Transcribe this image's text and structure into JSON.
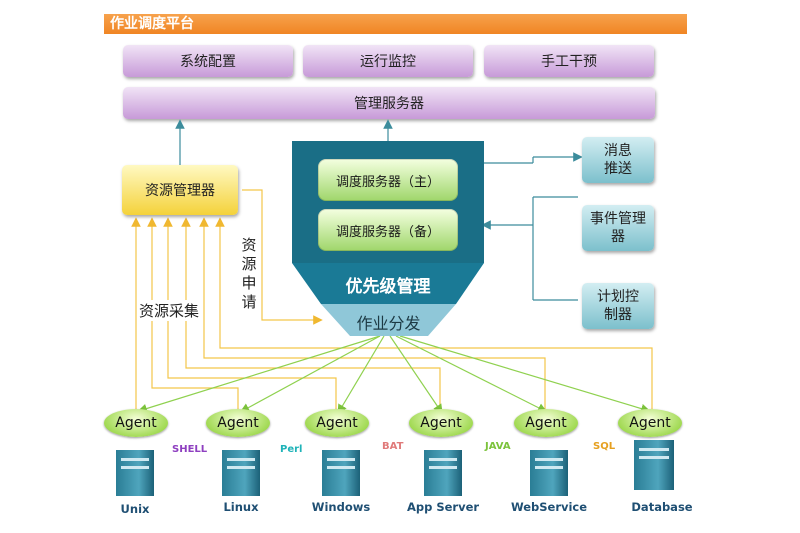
{
  "title": "作业调度平台",
  "top_boxes": [
    "系统配置",
    "运行监控",
    "手工干预"
  ],
  "mgmt_server": "管理服务器",
  "resource_manager": "资源管理器",
  "scheduler_main": "调度服务器（主）",
  "scheduler_backup": "调度服务器（备）",
  "priority_mgmt": "优先级管理",
  "job_dispatch": "作业分发",
  "resource_apply": "资源申请",
  "resource_collect": "资源采集",
  "right_boxes": [
    "消息推送",
    "事件管理器",
    "计划控制器"
  ],
  "agents": [
    "Agent",
    "Agent",
    "Agent",
    "Agent",
    "Agent",
    "Agent"
  ],
  "servers": [
    "Unix",
    "Linux",
    "Windows",
    "App Server",
    "WebService",
    "Database"
  ],
  "languages": [
    {
      "name": "SHELL",
      "color": "#8e3fc0"
    },
    {
      "name": "Perl",
      "color": "#1fb3b8"
    },
    {
      "name": "BAT",
      "color": "#e07a7a"
    },
    {
      "name": "JAVA",
      "color": "#7cc33c"
    },
    {
      "name": "SQL",
      "color": "#e6a020"
    }
  ],
  "colors": {
    "title_bar": "#f08524",
    "scheduler_box": "#1a6e86",
    "connector_yellow": "#f3c64a",
    "connector_green": "#8fd14f",
    "connector_teal": "#3c8c9c"
  }
}
